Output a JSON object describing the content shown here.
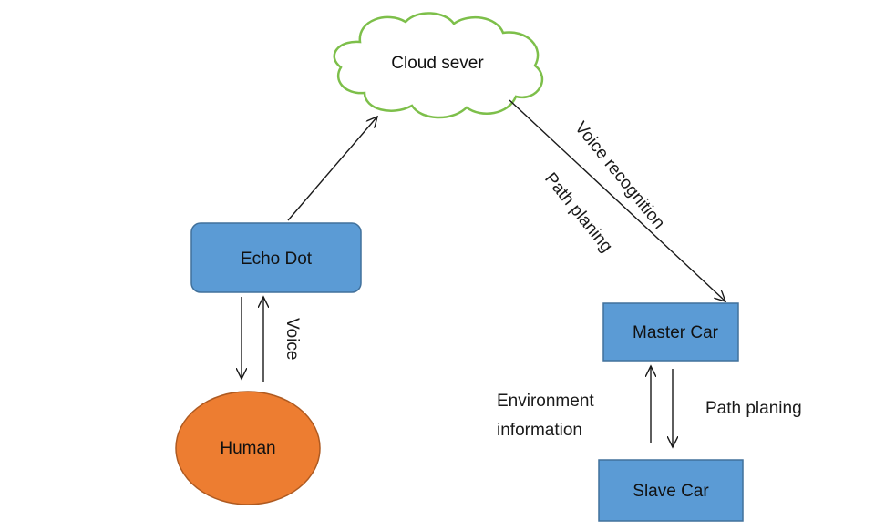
{
  "diagram": {
    "nodes": {
      "cloud": {
        "label": "Cloud sever",
        "fill": "#ffffff",
        "stroke": "#7dbf4a"
      },
      "echo_dot": {
        "label": "Echo Dot",
        "fill": "#5b9bd5",
        "stroke": "#41719c"
      },
      "human": {
        "label": "Human",
        "fill": "#ed7d31",
        "stroke": "#ae5a21"
      },
      "master_car": {
        "label": "Master Car",
        "fill": "#5b9bd5",
        "stroke": "#41719c"
      },
      "slave_car": {
        "label": "Slave Car",
        "fill": "#5b9bd5",
        "stroke": "#41719c"
      }
    },
    "edge_labels": {
      "voice": "Voice",
      "voice_recognition": "Voice recognition",
      "path_planing_diag": "Path planing",
      "environment_line1": "Environment",
      "environment_line2": "information",
      "path_planing_right": "Path planing"
    },
    "arrow_color": "#1a1a1a"
  }
}
